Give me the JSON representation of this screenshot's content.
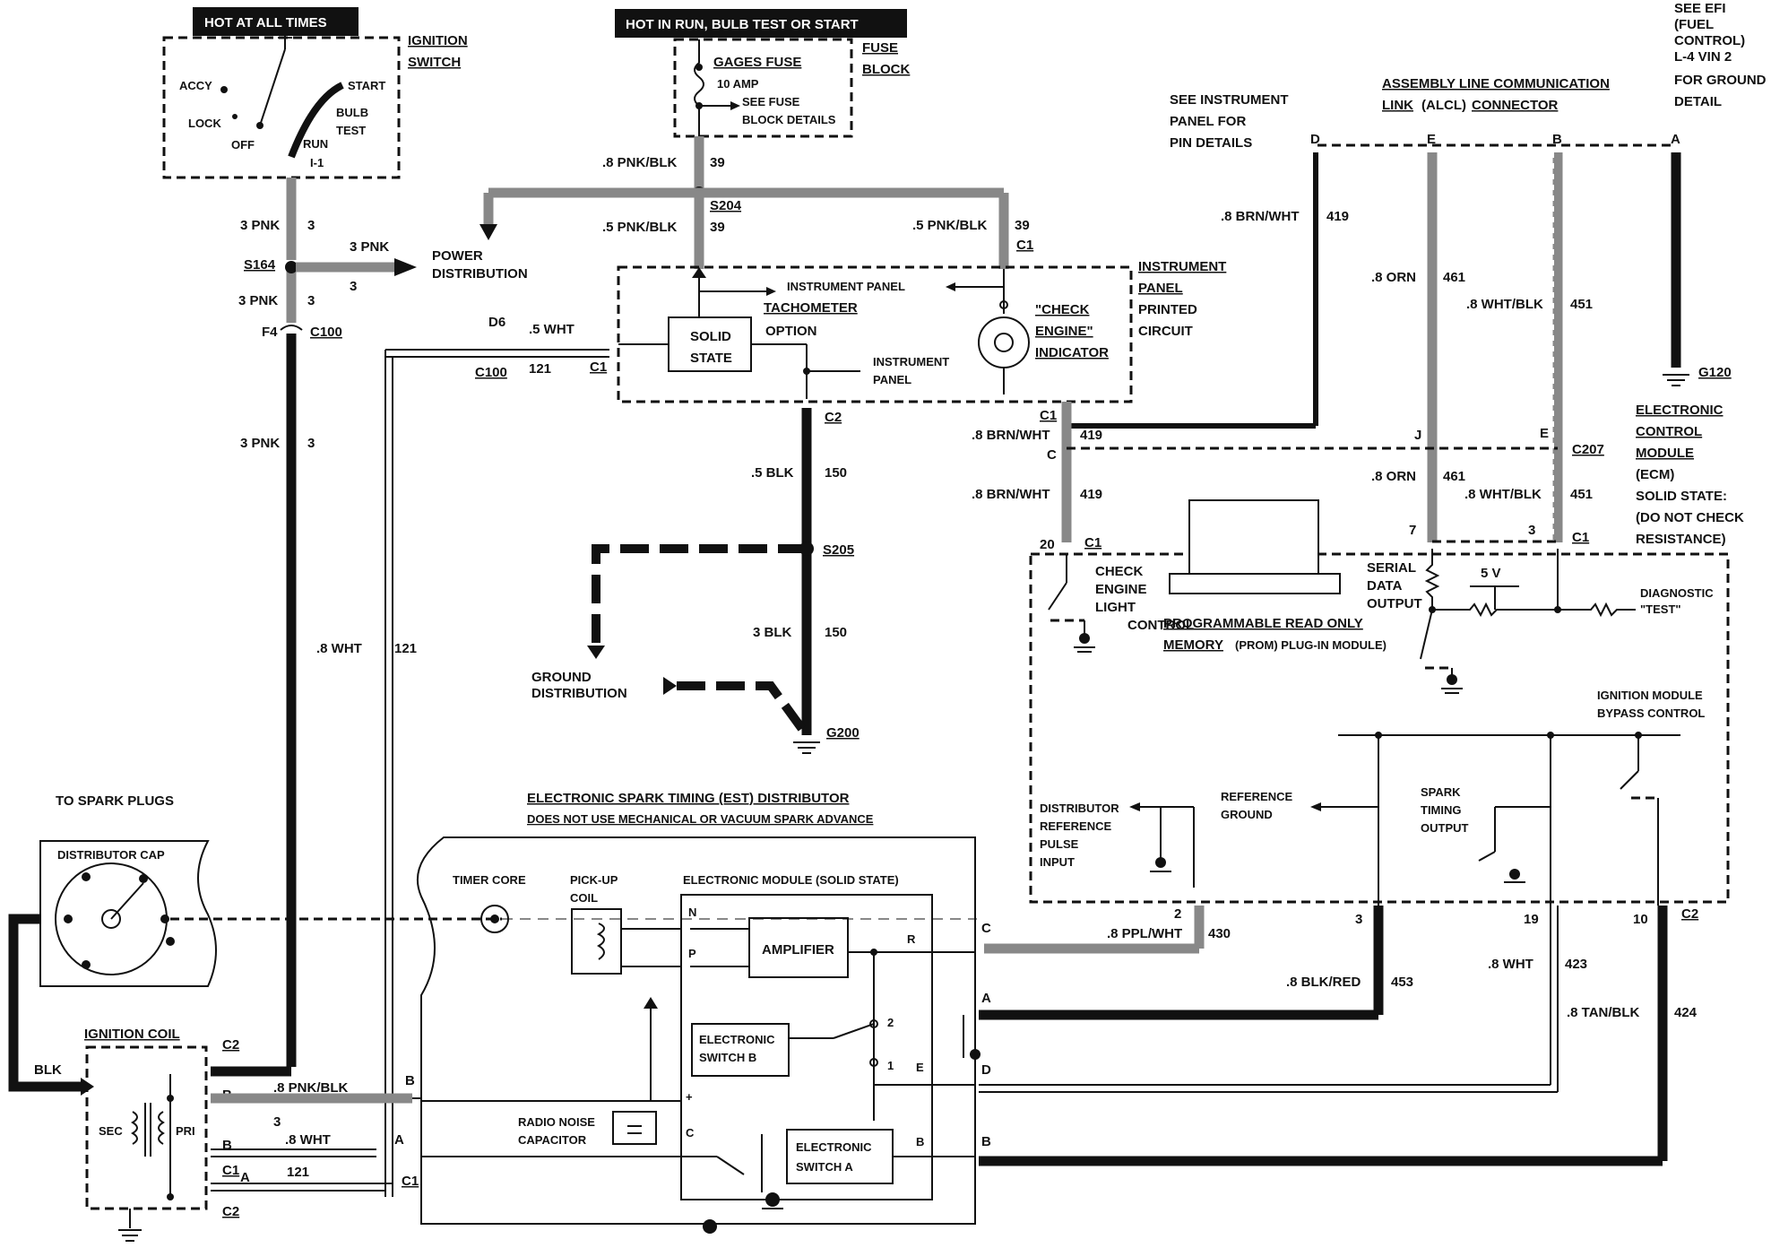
{
  "hot_labels": {
    "hot_at_all_times": "HOT AT ALL TIMES",
    "hot_in_run": "HOT IN RUN, BULB TEST OR START"
  },
  "ignition_switch": {
    "title_1": "IGNITION",
    "title_2": "SWITCH",
    "accy": "ACCY",
    "lock": "LOCK",
    "off": "OFF",
    "start": "START",
    "bulb": "BULB",
    "test": "TEST",
    "run": "RUN",
    "terminal": "I-1"
  },
  "fuse_block": {
    "title_1": "FUSE",
    "title_2": "BLOCK",
    "fuse_name": "GAGES FUSE",
    "fuse_rating": "10 AMP",
    "see_1": "SEE FUSE",
    "see_2": "BLOCK DETAILS"
  },
  "wires": {
    "w_3pnk": "3 PNK",
    "w_3": "3",
    "s164": "S164",
    "power_1": "POWER",
    "power_2": "DISTRIBUTION",
    "f4": "F4",
    "c100": "C100",
    "d6": "D6",
    "w_5wht": ".5 WHT",
    "w_121": "121",
    "c1": "C1",
    "c2": "C2",
    "w_8pnkblk": ".8 PNK/BLK",
    "w_39": "39",
    "s204": "S204",
    "w_5pnkblk": ".5 PNK/BLK",
    "w_8wht": ".8 WHT",
    "w_5blk": ".5 BLK",
    "w_150": "150",
    "s205": "S205",
    "w_3blk": "3 BLK",
    "g200": "G200",
    "ground_1": "GROUND",
    "ground_2": "DISTRIBUTION",
    "w_8brnwht": ".8 BRN/WHT",
    "w_419": "419",
    "w_8orn": ".8 ORN",
    "w_461": "461",
    "w_8whtblk": ".8 WHT/BLK",
    "w_451": "451",
    "g120": "G120",
    "c207": "C207",
    "w_8ppl": ".8 PPL/WHT",
    "w_430": "430",
    "w_8blkred": ".8 BLK/RED",
    "w_453": "453",
    "w_8wht2": ".8 WHT",
    "w_423": "423",
    "w_8tanblk": ".8 TAN/BLK",
    "w_424": "424",
    "blk": "BLK",
    "w_8pnkblk2": ".8 PNK/BLK",
    "pin_D": "D",
    "pin_E": "E",
    "pin_B": "B",
    "pin_A": "A",
    "pin_C": "C",
    "pin_J": "J",
    "pin_7": "7",
    "pin_3": "3",
    "pin_20": "20",
    "pin_2": "2",
    "pin_19": "19",
    "pin_10": "10"
  },
  "instrument_panel": {
    "title_1": "INSTRUMENT",
    "title_2": "PANEL",
    "title_3": "PRINTED",
    "title_4": "CIRCUIT",
    "ip_label": "INSTRUMENT PANEL",
    "tach": "TACHOMETER",
    "option": "OPTION",
    "solid": "SOLID",
    "state": "STATE",
    "ip2_1": "INSTRUMENT",
    "ip2_2": "PANEL",
    "check_1": "\"CHECK",
    "check_2": "ENGINE\"",
    "check_3": "INDICATOR",
    "see_1": "SEE INSTRUMENT",
    "see_2": "PANEL FOR",
    "see_3": "PIN DETAILS"
  },
  "alcl": {
    "line_1a": "ASSEMBLY LINE COMMUNICATION",
    "line_2a": "LINK",
    "line_2b": "(ALCL)",
    "line_2c": "CONNECTOR"
  },
  "efi": {
    "l1": "SEE EFI",
    "l2": "(FUEL",
    "l3": "CONTROL)",
    "l4": "L-4 VIN 2",
    "l5": "FOR GROUND",
    "l6": "DETAIL"
  },
  "ecm": {
    "l1": "ELECTRONIC",
    "l2": "CONTROL",
    "l3": "MODULE",
    "l4": "(ECM)",
    "l5": "SOLID STATE:",
    "l6": "(DO NOT CHECK",
    "l7": "RESISTANCE)",
    "cel_1": "CHECK",
    "cel_2": "ENGINE",
    "cel_3": "LIGHT",
    "cel_4": "CONTROL",
    "prom_1": "PROGRAMMABLE READ ONLY",
    "prom_2a": "MEMORY",
    "prom_2b": "(PROM) PLUG-IN MODULE)",
    "sdo_1": "SERIAL",
    "sdo_2": "DATA",
    "sdo_3": "OUTPUT",
    "five_v": "5 V",
    "diag_1": "DIAGNOSTIC",
    "diag_2": "\"TEST\"",
    "imbc_1": "IGNITION MODULE",
    "imbc_2": "BYPASS CONTROL",
    "drp_1": "DISTRIBUTOR",
    "drp_2": "REFERENCE",
    "drp_3": "PULSE",
    "drp_4": "INPUT",
    "ref_1": "REFERENCE",
    "ref_2": "GROUND",
    "sto_1": "SPARK",
    "sto_2": "TIMING",
    "sto_3": "OUTPUT"
  },
  "distributor": {
    "title": "ELECTRONIC SPARK TIMING (EST) DISTRIBUTOR",
    "subtitle": "DOES NOT USE MECHANICAL OR VACUUM SPARK ADVANCE",
    "timer_core": "TIMER CORE",
    "pickup_1": "PICK-UP",
    "pickup_2": "COIL",
    "module_title": "ELECTRONIC MODULE (SOLID STATE)",
    "amplifier": "AMPLIFIER",
    "switch_b_1": "ELECTRONIC",
    "switch_b_2": "SWITCH B",
    "switch_a_1": "ELECTRONIC",
    "switch_a_2": "SWITCH A",
    "radio_1": "RADIO NOISE",
    "radio_2": "CAPACITOR",
    "t_N": "N",
    "t_P": "P",
    "t_R": "R",
    "t_E": "E",
    "t_C": "C",
    "t_B": "B",
    "t_plus": "+",
    "t_1": "1",
    "t_2": "2"
  },
  "spark": {
    "to_plugs": "TO SPARK PLUGS",
    "dist_cap": "DISTRIBUTOR CAP"
  },
  "coil": {
    "title": "IGNITION COIL",
    "sec": "SEC",
    "pri": "PRI",
    "t_B": "B",
    "t_A": "A"
  }
}
